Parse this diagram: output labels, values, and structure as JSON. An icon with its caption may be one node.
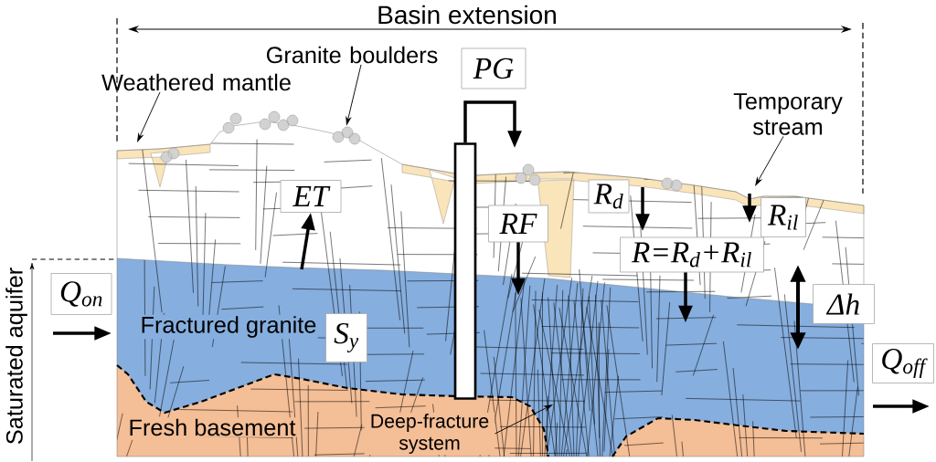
{
  "diagram": {
    "nodes": [
      {
        "text": [
          "Granite boulders"
        ]
      },
      {
        "text": [
          "PG"
        ]
      },
      {
        "text": [
          "Weathered mantle"
        ]
      },
      {
        "text": [
          "Temporary stream"
        ]
      },
      {
        "text": [],
        "shape": "box"
      },
      {
        "text": [
          "ET"
        ]
      },
      {
        "text": [
          "R$_{d}$"
        ]
      },
      {
        "text": [
          "R$_{il}$"
        ]
      },
      {
        "text": [
          "RF"
        ]
      },
      {
        "text": [
          "R=R$_{d}$+R$_{il}$"
        ]
      },
      {
        "text": [
          "Q$_{on}$"
        ]
      },
      {
        "text": [
          "Δh"
        ]
      },
      {
        "text": [
          "S$_{y}$"
        ]
      },
      {
        "text": [
          "Q$_{off}$"
        ]
      },
      {
        "text": [
          "Deep-fracture system"
        ]
      },
      {
        "text": [],
        "shape": "picture"
      }
    ],
    "edges": [
      {
        "from": 2,
        "to": null,
        "arrow": "to"
      },
      {
        "from": 0,
        "to": 15,
        "arrow": "to"
      },
      {
        "from": 3,
        "to": null,
        "arrow": "to"
      },
      {
        "from": 14,
        "to": null,
        "arrow": "to"
      },
      {
        "from": 4,
        "to": null,
        "arrow": "to",
        "style": "thick"
      },
      {
        "from": null,
        "to": 5,
        "arrow": "to",
        "style": "thick"
      },
      {
        "from": 8,
        "to": null,
        "arrow": "to",
        "style": "thick"
      },
      {
        "from": 9,
        "to": null,
        "arrow": "to",
        "style": "thick"
      }
    ],
    "labels": [
      "Basin extension",
      "Saturated aquifer",
      "Fractured granite",
      "Fresh basement"
    ]
  }
}
